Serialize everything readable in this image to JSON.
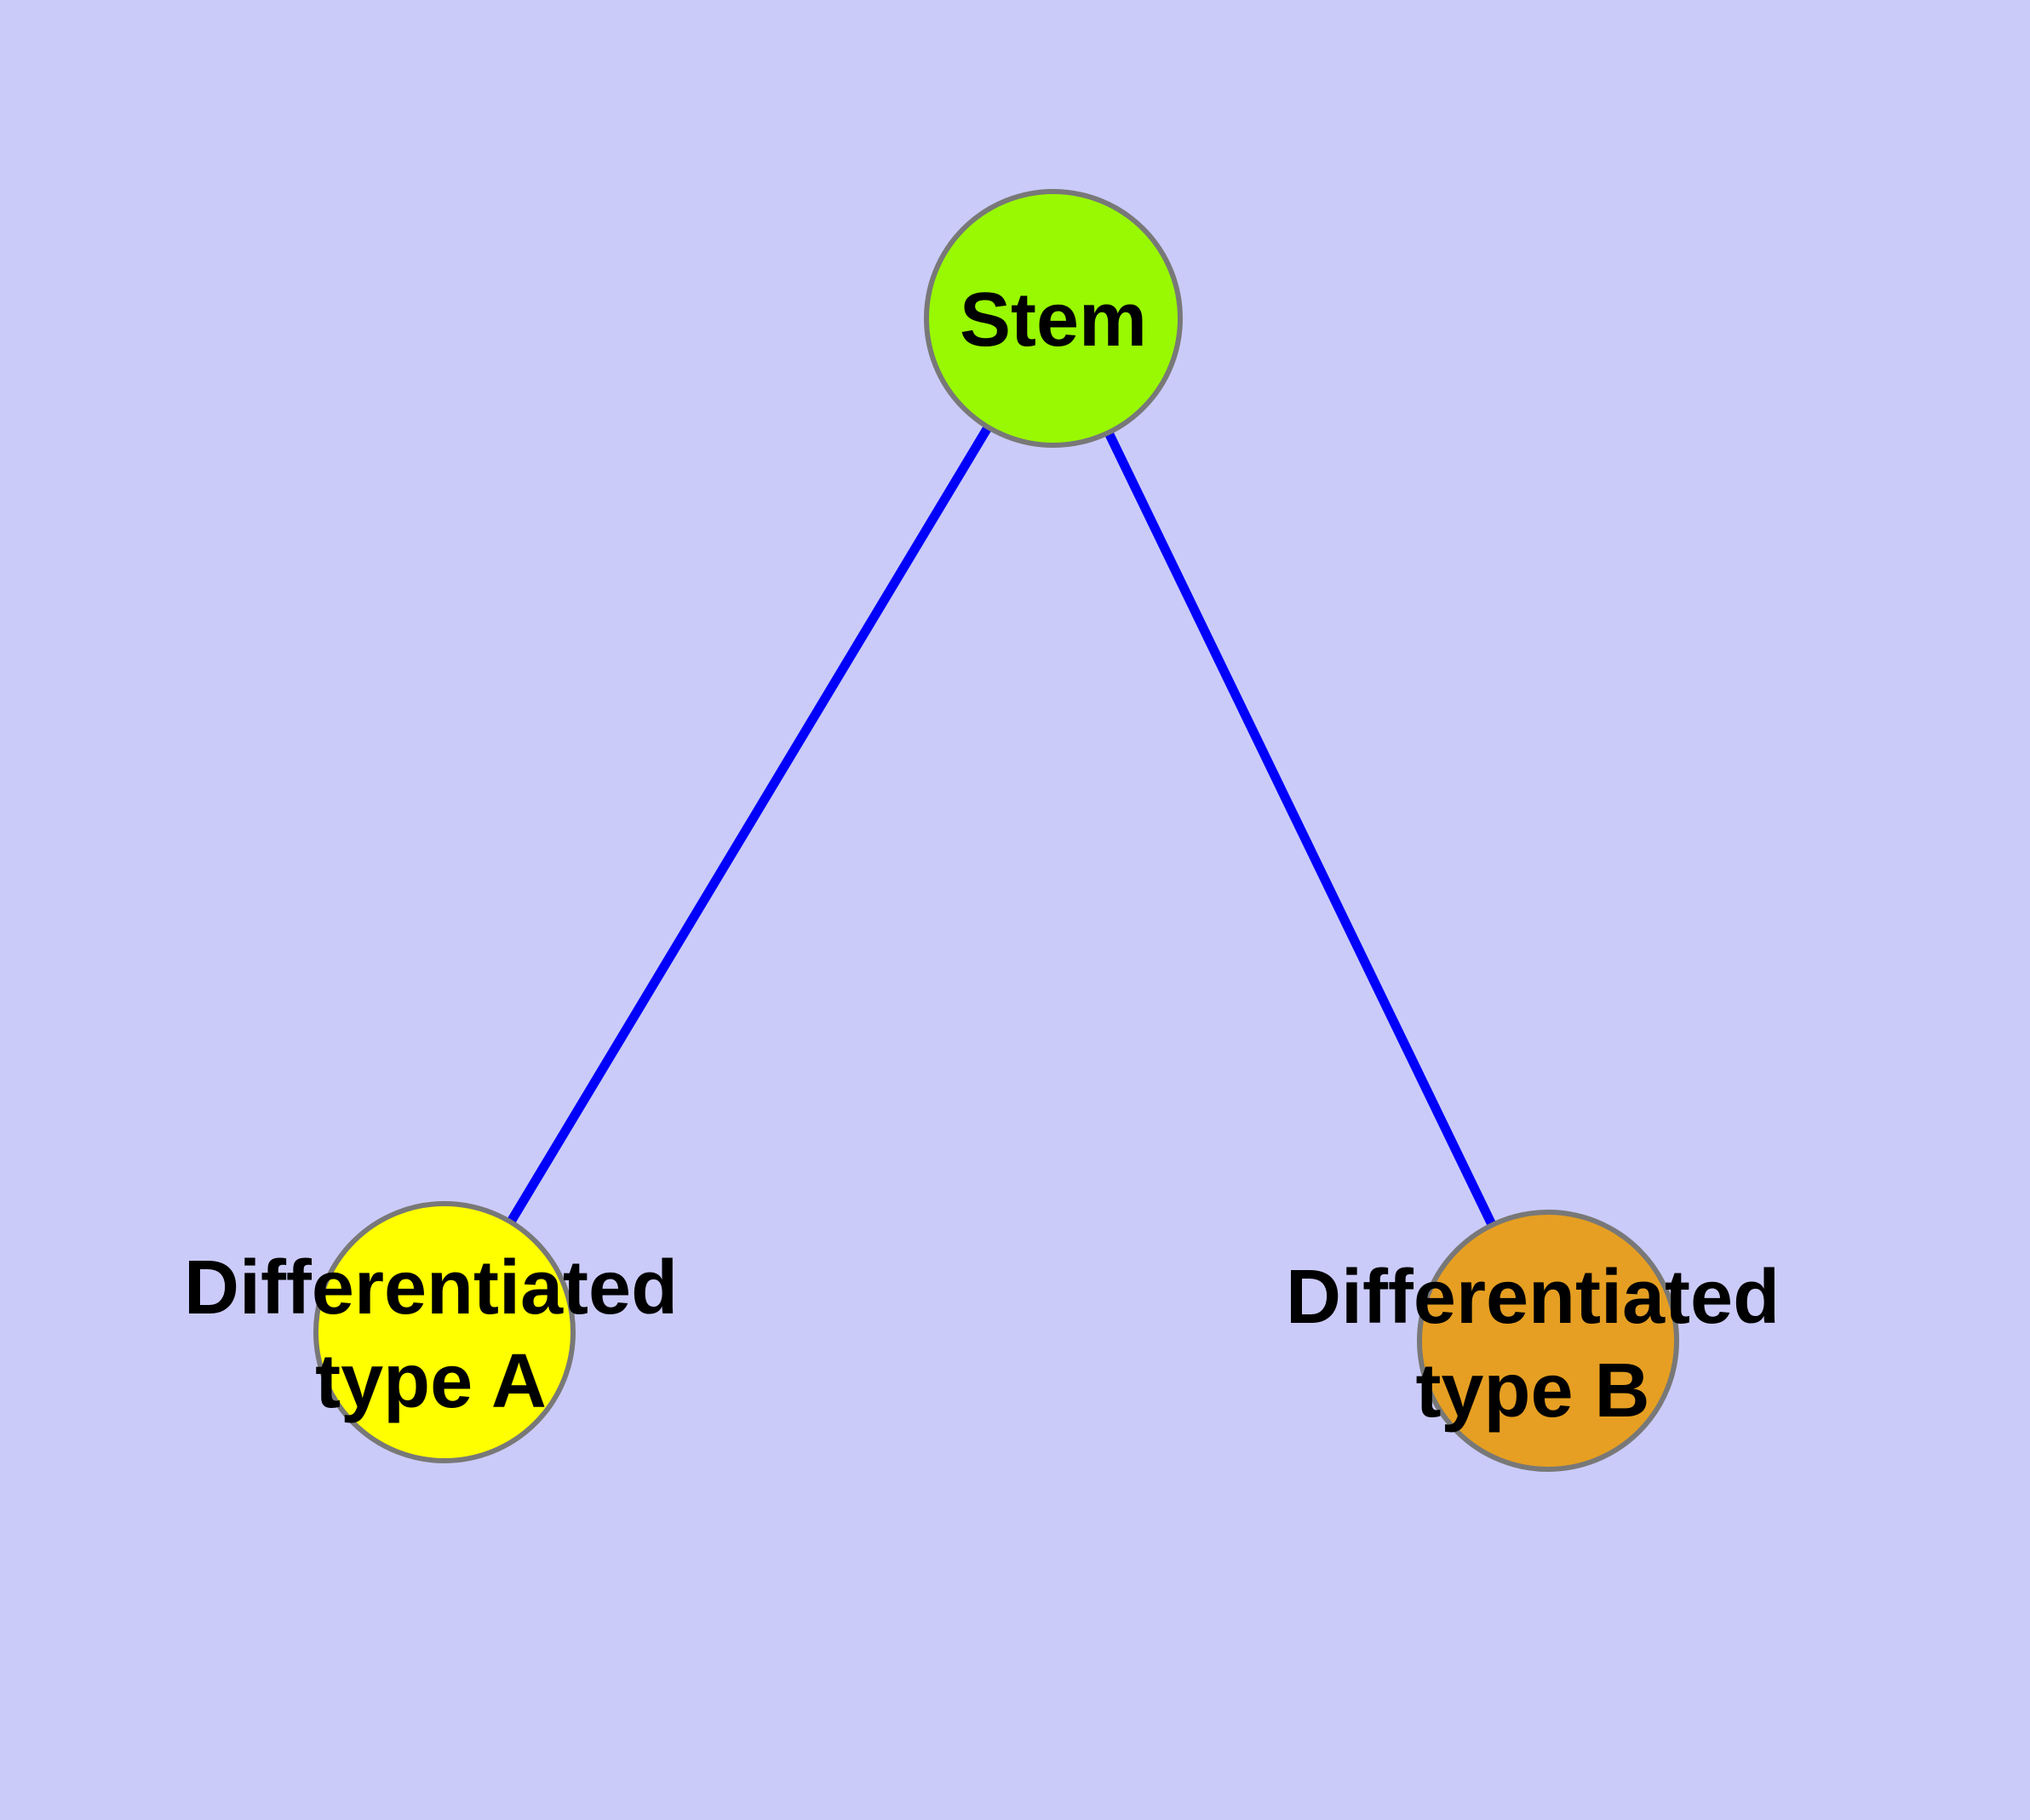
{
  "diagram": {
    "background_color": "#CBCBF9",
    "edge_color": "#0000FB",
    "node_border_color": "#787878",
    "text_color": "#000000",
    "nodes": {
      "stem": {
        "label": "Stem",
        "fill": "#98F902"
      },
      "type_a": {
        "label_line1": "Differentiated",
        "label_line2": "type A",
        "fill": "#FFFF00"
      },
      "type_b": {
        "label_line1": "Differentiated",
        "label_line2": "type B",
        "fill": "#E69F22"
      }
    },
    "edges": [
      {
        "from": "Stem",
        "to": "Differentiated type A"
      },
      {
        "from": "Stem",
        "to": "Differentiated type B"
      }
    ]
  }
}
